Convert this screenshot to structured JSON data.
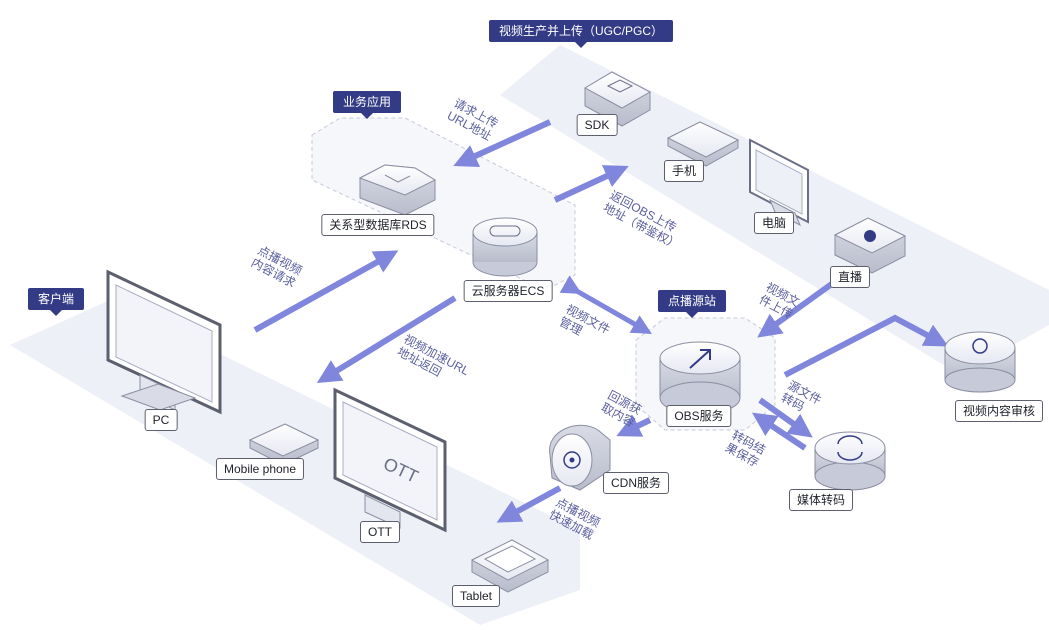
{
  "groups": {
    "upload": "视频生产并上传（UGC/PGC）",
    "business": "业务应用",
    "client": "客户端",
    "vod": "点播源站"
  },
  "nodes": {
    "sdk": "SDK",
    "phone": "手机",
    "pc_upload": "电脑",
    "live": "直播",
    "rds": "关系型数据库RDS",
    "ecs": "云服务器ECS",
    "obs": "OBS服务",
    "cdn": "CDN服务",
    "transcode": "媒体转码",
    "audit": "视频内容审核",
    "pc": "PC",
    "mobile": "Mobile phone",
    "ott": "OTT",
    "tablet": "Tablet",
    "ott_screen": "OTT"
  },
  "steps": {
    "request_url": [
      "请求上传",
      "URL地址"
    ],
    "return_obs": [
      "返回OBS上传",
      "地址（带鉴权）"
    ],
    "video_upload": [
      "视频文",
      "件上传"
    ],
    "vod_request": [
      "点播视频",
      "内容请求"
    ],
    "accel_url": [
      "视频加速URL",
      "地址返回"
    ],
    "file_mgmt": [
      "视频文件",
      "管理"
    ],
    "back_source": [
      "回源获",
      "取内容"
    ],
    "source_file": [
      "源文件",
      "转码"
    ],
    "transcode_save": [
      "转码结",
      "果保存"
    ],
    "fast_load": [
      "点播视频",
      "快速加载"
    ]
  },
  "colors": {
    "accent": "#333b86",
    "arrow": "#7f86dc",
    "band": "#eef0f8"
  }
}
